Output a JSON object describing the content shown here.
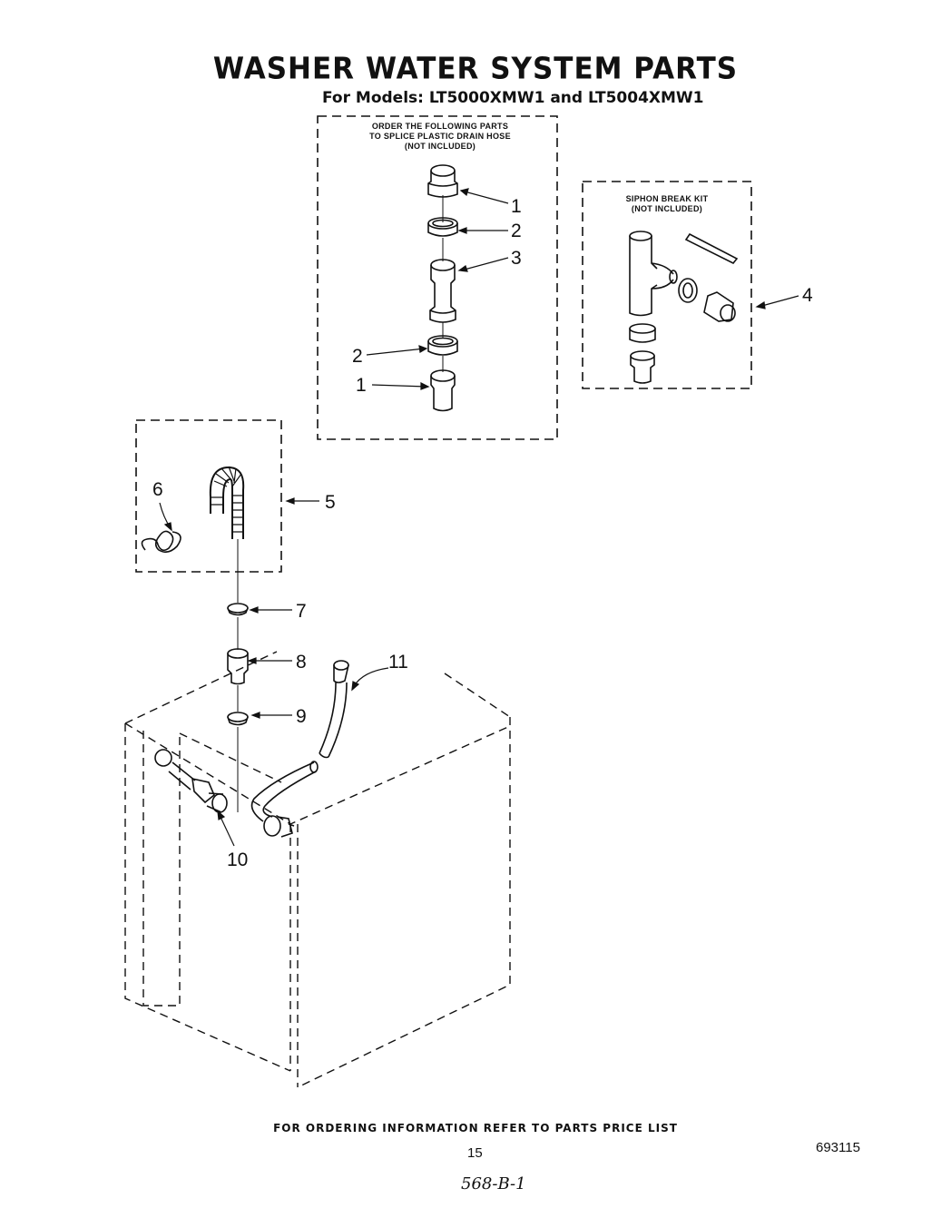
{
  "title": "WASHER WATER SYSTEM PARTS",
  "subtitle": "For Models: LT5000XMW1 and LT5004XMW1",
  "splice_box": {
    "label_lines": [
      "ORDER THE FOLLOWING PARTS",
      "TO SPLICE PLASTIC DRAIN HOSE",
      "(NOT INCLUDED)"
    ]
  },
  "siphon_box": {
    "label_lines": [
      "SIPHON BREAK KIT",
      "(NOT INCLUDED)"
    ]
  },
  "callouts": [
    "1",
    "2",
    "3",
    "2",
    "1",
    "4",
    "5",
    "6",
    "7",
    "8",
    "9",
    "10",
    "11"
  ],
  "footer": "FOR ORDERING INFORMATION REFER TO PARTS PRICE LIST",
  "page_number": "15",
  "doc_number": "693115",
  "handwritten_note": "568-B-1"
}
